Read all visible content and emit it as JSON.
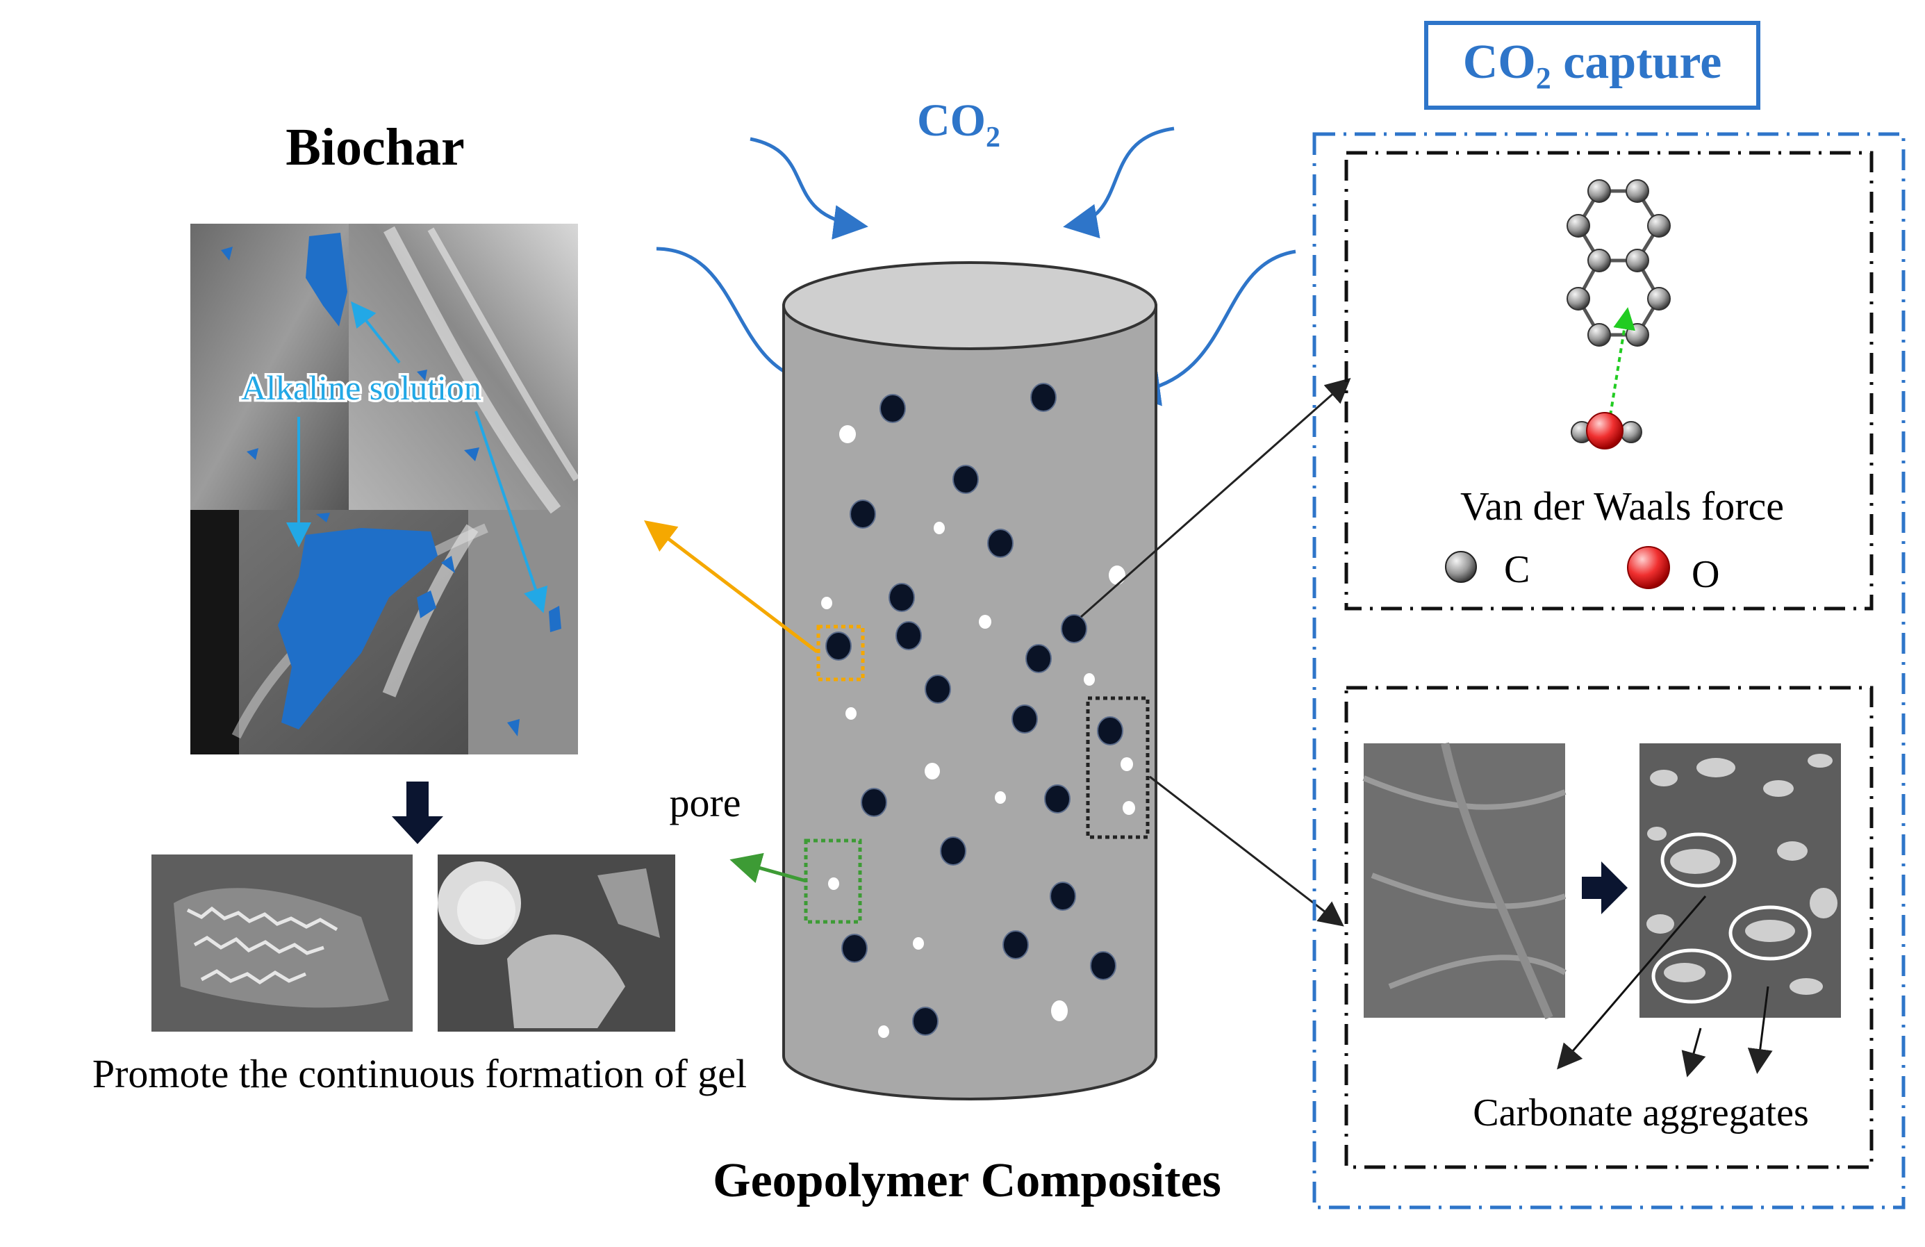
{
  "title_biochar": "Biochar",
  "co2_label": "CO",
  "co2_sub": "2",
  "capture_title": "CO",
  "capture_title_sub": "2",
  "capture_title_rest": " capture",
  "alkaline_label": "Alkaline solution",
  "gel_caption": "Promote the continuous formation of gel",
  "pore_label": "pore",
  "composite_title": "Geopolymer Composites",
  "vdw_label": "Van der Waals force",
  "legend_c": "C",
  "legend_o": "O",
  "carbonate_label": "Carbonate aggregates",
  "colors": {
    "accent_blue": "#2e75c9",
    "cyan_label": "#22a8e6",
    "pore_fill": "#0a1326",
    "cylinder_body": "#a8a8a8",
    "cylinder_top": "#cfcfcf",
    "highlight_orange": "#f5a800",
    "highlight_green": "#3d9b35",
    "oxygen_red": "#e82020"
  }
}
